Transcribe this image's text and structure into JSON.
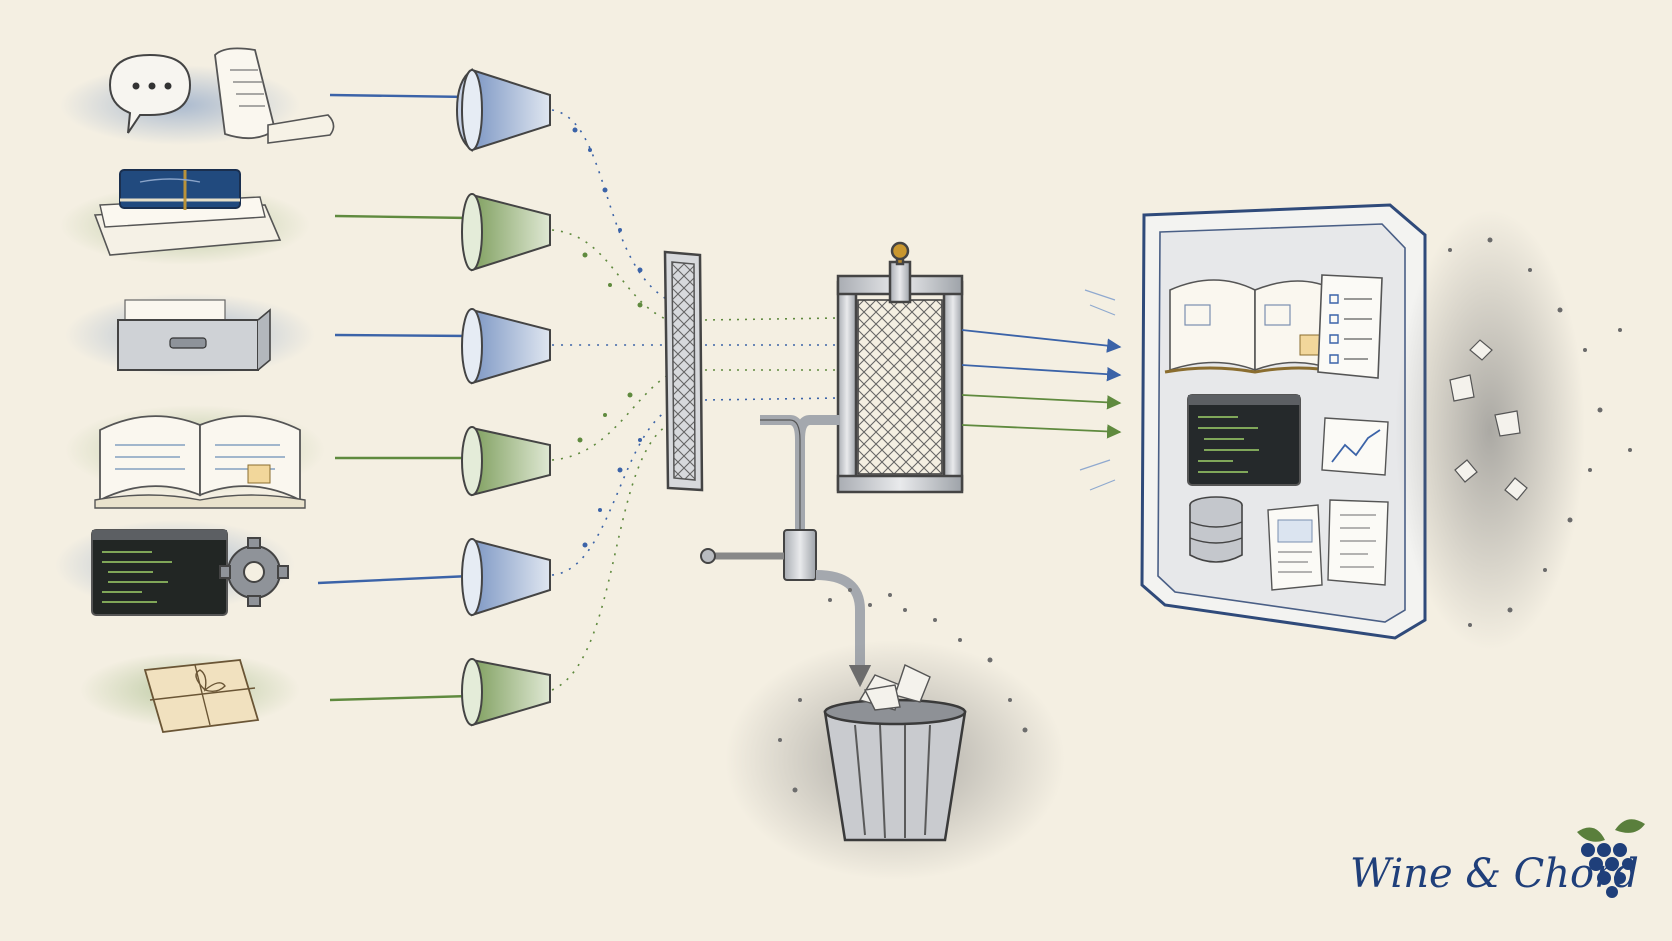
{
  "brand": {
    "name": "Wine & Chord",
    "logo_icon": "grape-cluster-icon",
    "color": "#1f3f7a",
    "leaf_color": "#5a7f3c"
  },
  "palette": {
    "paper": "#f4efe2",
    "ink": "#3a3a3a",
    "blue_stream": "#3b63a8",
    "green_stream": "#5f8a3e",
    "metal": "#c9ccd0",
    "grey_wash": "#8f8f8f"
  },
  "sources": [
    {
      "icon": "speech-bubble-scroll-icon",
      "stream": "blue"
    },
    {
      "icon": "book-stack-icon",
      "stream": "green"
    },
    {
      "icon": "file-box-icon",
      "stream": "blue"
    },
    {
      "icon": "open-book-icon",
      "stream": "green"
    },
    {
      "icon": "code-terminal-gear-icon",
      "stream": "blue"
    },
    {
      "icon": "parcel-icon",
      "stream": "green"
    }
  ],
  "stages": {
    "intake": "funnel-icon",
    "coarse_filter": "mesh-screen-icon",
    "fine_filter": "press-filter-icon",
    "discard_pipe": "pipe-valve-icon",
    "discard_bin": "trash-bin-icon",
    "output_board": "knowledge-board-icon",
    "board_items": [
      "open-book-icon",
      "checklist-icon",
      "terminal-icon",
      "line-chart-icon",
      "database-icon",
      "document-icon",
      "document-icon"
    ]
  }
}
